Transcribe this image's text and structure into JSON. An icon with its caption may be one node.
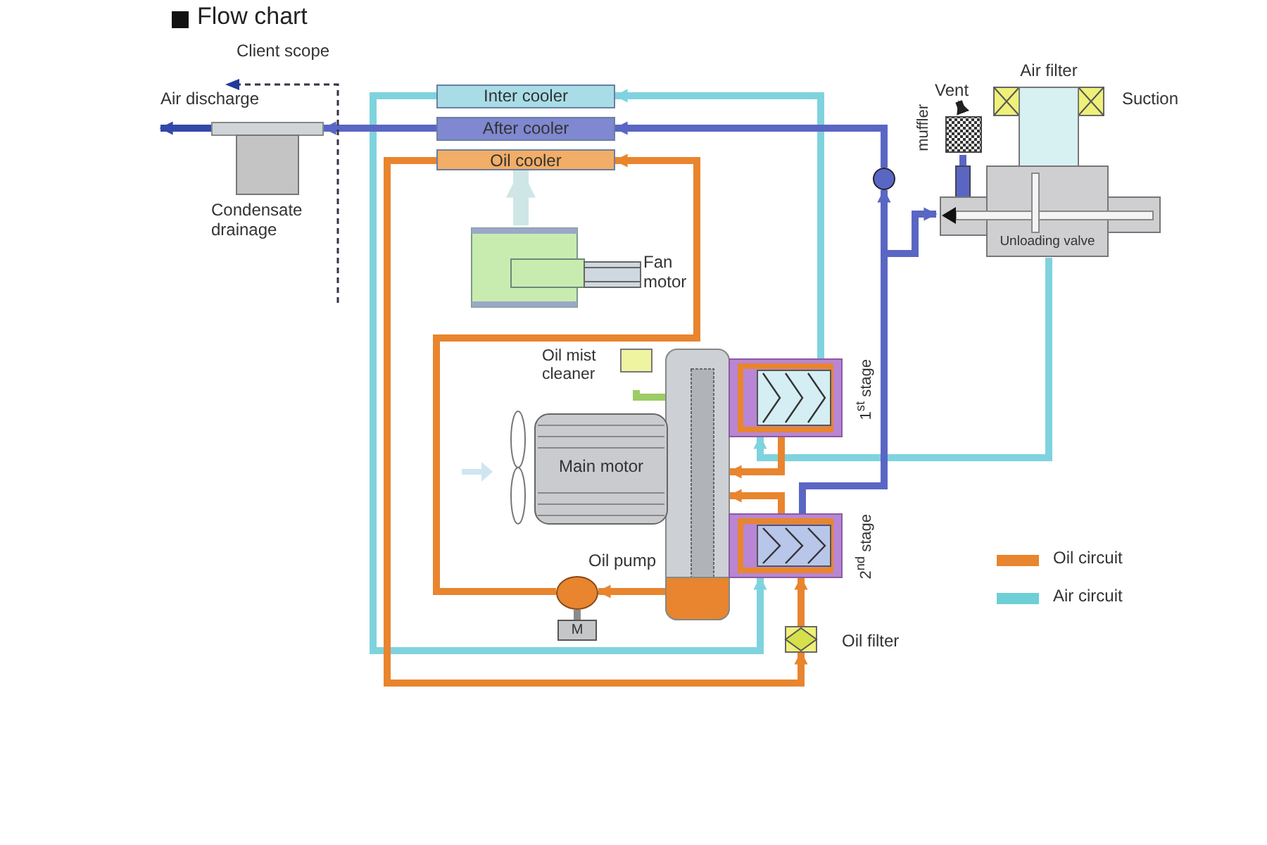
{
  "diagram": {
    "title": "Flow chart",
    "nodes": [
      {
        "text": [
          "Inter cooler"
        ]
      },
      {
        "text": [
          "After cooler"
        ]
      },
      {
        "text": [
          "Oil cooler"
        ]
      },
      {
        "text": [
          "Condensate drainage"
        ]
      },
      {
        "text": [
          "Fan motor"
        ]
      },
      {
        "text": [
          "Air filter"
        ]
      },
      {
        "text": [
          "Vent"
        ]
      },
      {
        "text": [
          "muffler"
        ]
      },
      {
        "text": [
          "Suction"
        ]
      },
      {
        "text": [
          "Unloading valve"
        ]
      },
      {
        "text": [
          "Oil mist cleaner"
        ]
      },
      {
        "text": [],
        "shape": "box"
      },
      {
        "text": [
          "Main motor"
        ]
      },
      {
        "text": [
          "1$^{st}$ stage"
        ]
      },
      {
        "text": [
          "2$^{nd}$ stage"
        ]
      },
      {
        "text": [],
        "shape": "circle",
        "beside": [
          "Oil pump"
        ]
      },
      {
        "text": [
          "M"
        ]
      },
      {
        "text": [],
        "shape": "box",
        "beside": [
          "Oil filter"
        ]
      },
      {
        "text": [],
        "shape": "circle"
      },
      {
        "text": [
          "Air discharge"
        ]
      }
    ],
    "edges": [
      {
        "from": 9,
        "to": 13,
        "arrow": "to",
        "color": "#7fd3de"
      },
      {
        "from": 13,
        "to": 0,
        "arrow": "to",
        "color": "#7fd3de"
      },
      {
        "from": 0,
        "to": 14,
        "arrow": "to",
        "color": "#7fd3de"
      },
      {
        "from": 14,
        "to": 18,
        "arrow": "to",
        "color": "#5a66c4"
      },
      {
        "from": 18,
        "to": 1,
        "arrow": "to",
        "color": "#5a66c4"
      },
      {
        "from": 1,
        "to": 3,
        "arrow": "to",
        "color": "#5a66c4"
      },
      {
        "from": 3,
        "to": 19,
        "arrow": "to",
        "color": "#3347a8"
      },
      {
        "from": 14,
        "to": 9,
        "arrow": "to",
        "color": "#5a66c4"
      },
      {
        "from": 7,
        "to": 6,
        "arrow": "to",
        "color": "#222222"
      },
      {
        "from": 9,
        "to": 7,
        "arrow": "none",
        "color": "#5a66c4"
      },
      {
        "from": 11,
        "to": 15,
        "arrow": "to",
        "color": "#e8852e"
      },
      {
        "from": 15,
        "to": 2,
        "arrow": "to",
        "color": "#e8852e"
      },
      {
        "from": 2,
        "to": 17,
        "arrow": "to",
        "color": "#e8852e"
      },
      {
        "from": 17,
        "to": 14,
        "arrow": "to",
        "color": "#e8852e"
      },
      {
        "from": 13,
        "to": 11,
        "arrow": "to",
        "color": "#e8852e"
      },
      {
        "from": 14,
        "to": 11,
        "arrow": "to",
        "color": "#e8852e"
      },
      {
        "from": 16,
        "to": 15,
        "arrow": "none",
        "color": "#8a8a8a"
      },
      {
        "from": 10,
        "to": 11,
        "arrow": "none",
        "color": "#9ccc65"
      },
      {
        "from": 4,
        "to": 2,
        "arrow": "to",
        "style": "thick",
        "color": "#cfe6e6"
      }
    ],
    "labels": [
      "Client scope"
    ],
    "legend": [
      {
        "text": "Oil circuit",
        "color": "#e8852e"
      },
      {
        "text": "Air circuit",
        "color": "#6fcfd6"
      }
    ]
  }
}
